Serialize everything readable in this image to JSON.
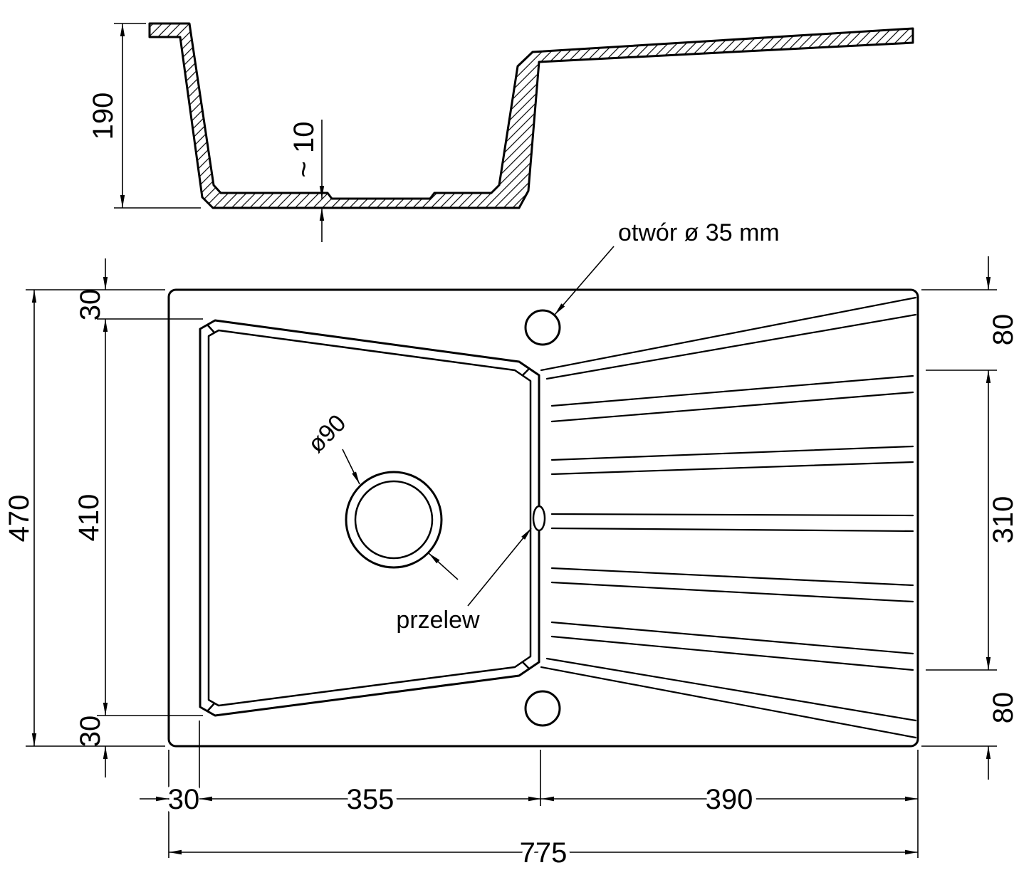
{
  "drawing": {
    "background": "#ffffff",
    "line_color": "#000000",
    "views": [
      "cross-section",
      "plan"
    ]
  },
  "labels": {
    "tap_hole": "otwór ø 35 mm",
    "drain": "ø90",
    "overflow": "przelew"
  },
  "dims": {
    "depth": "190",
    "bottom_thickness": "~ 10",
    "overall_height": "470",
    "left_top": "30",
    "basin_length": "410",
    "left_bottom": "30",
    "right_top": "80",
    "drainer_length": "310",
    "right_bottom": "80",
    "bottom_left": "30",
    "basin_width": "355",
    "drainer_width": "390",
    "overall_width": "775"
  }
}
